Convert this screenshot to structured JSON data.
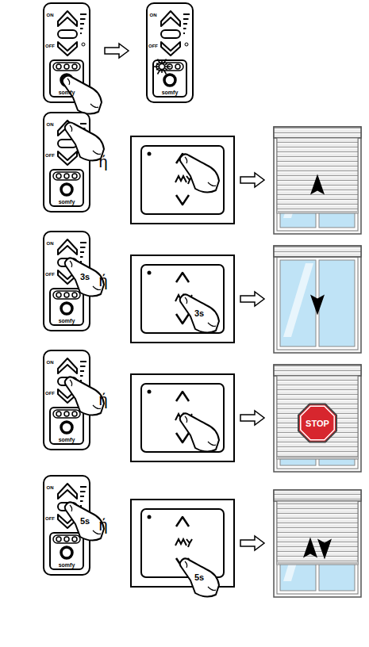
{
  "diagram": {
    "labels": [
      "ON",
      "OFF",
      "somfy",
      "ON",
      "OFF",
      "somfy",
      "ON",
      "OFF",
      "somfy",
      "ή",
      "ON",
      "OFF",
      "3s",
      "somfy",
      "ή",
      "3s",
      "ON",
      "OFF",
      "somfy",
      "ή",
      "STOP",
      "ON",
      "OFF",
      "5s",
      "somfy",
      "ή",
      "5s"
    ]
  }
}
